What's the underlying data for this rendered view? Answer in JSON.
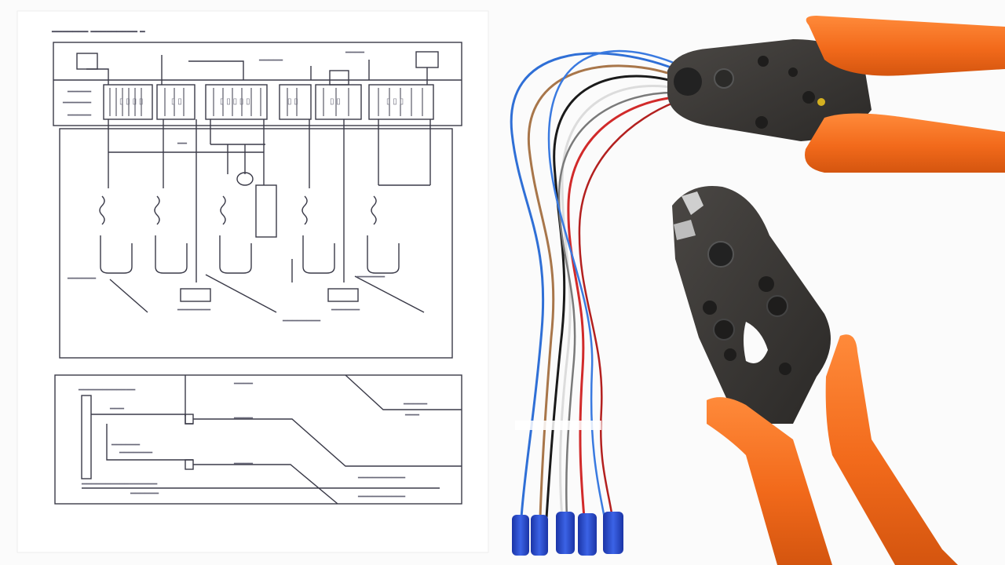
{
  "scene": {
    "background": "#fbfbfb",
    "objects": [
      "wiring-diagram-sheet",
      "wire-bundle",
      "crimping-pliers-top",
      "wire-stripper-right"
    ]
  },
  "diagram": {
    "title": "",
    "paper_color": "#ffffff",
    "line_color": "#3a3a48",
    "sections": [
      "upper-schematic",
      "lower-schematic"
    ]
  },
  "wires": {
    "colors": [
      "#2f6fd6",
      "#1a1a1a",
      "#8a5a3a",
      "#d12a2a",
      "#e8e8e8",
      "#6a6a6a"
    ],
    "connector_color": "#2446c8",
    "connector_count": 5
  },
  "tools": {
    "handle_color": "#f26a1b",
    "metal_color": "#3a3836"
  },
  "colors": {
    "accent": "#f26a1b",
    "ink": "#3a3a48"
  }
}
